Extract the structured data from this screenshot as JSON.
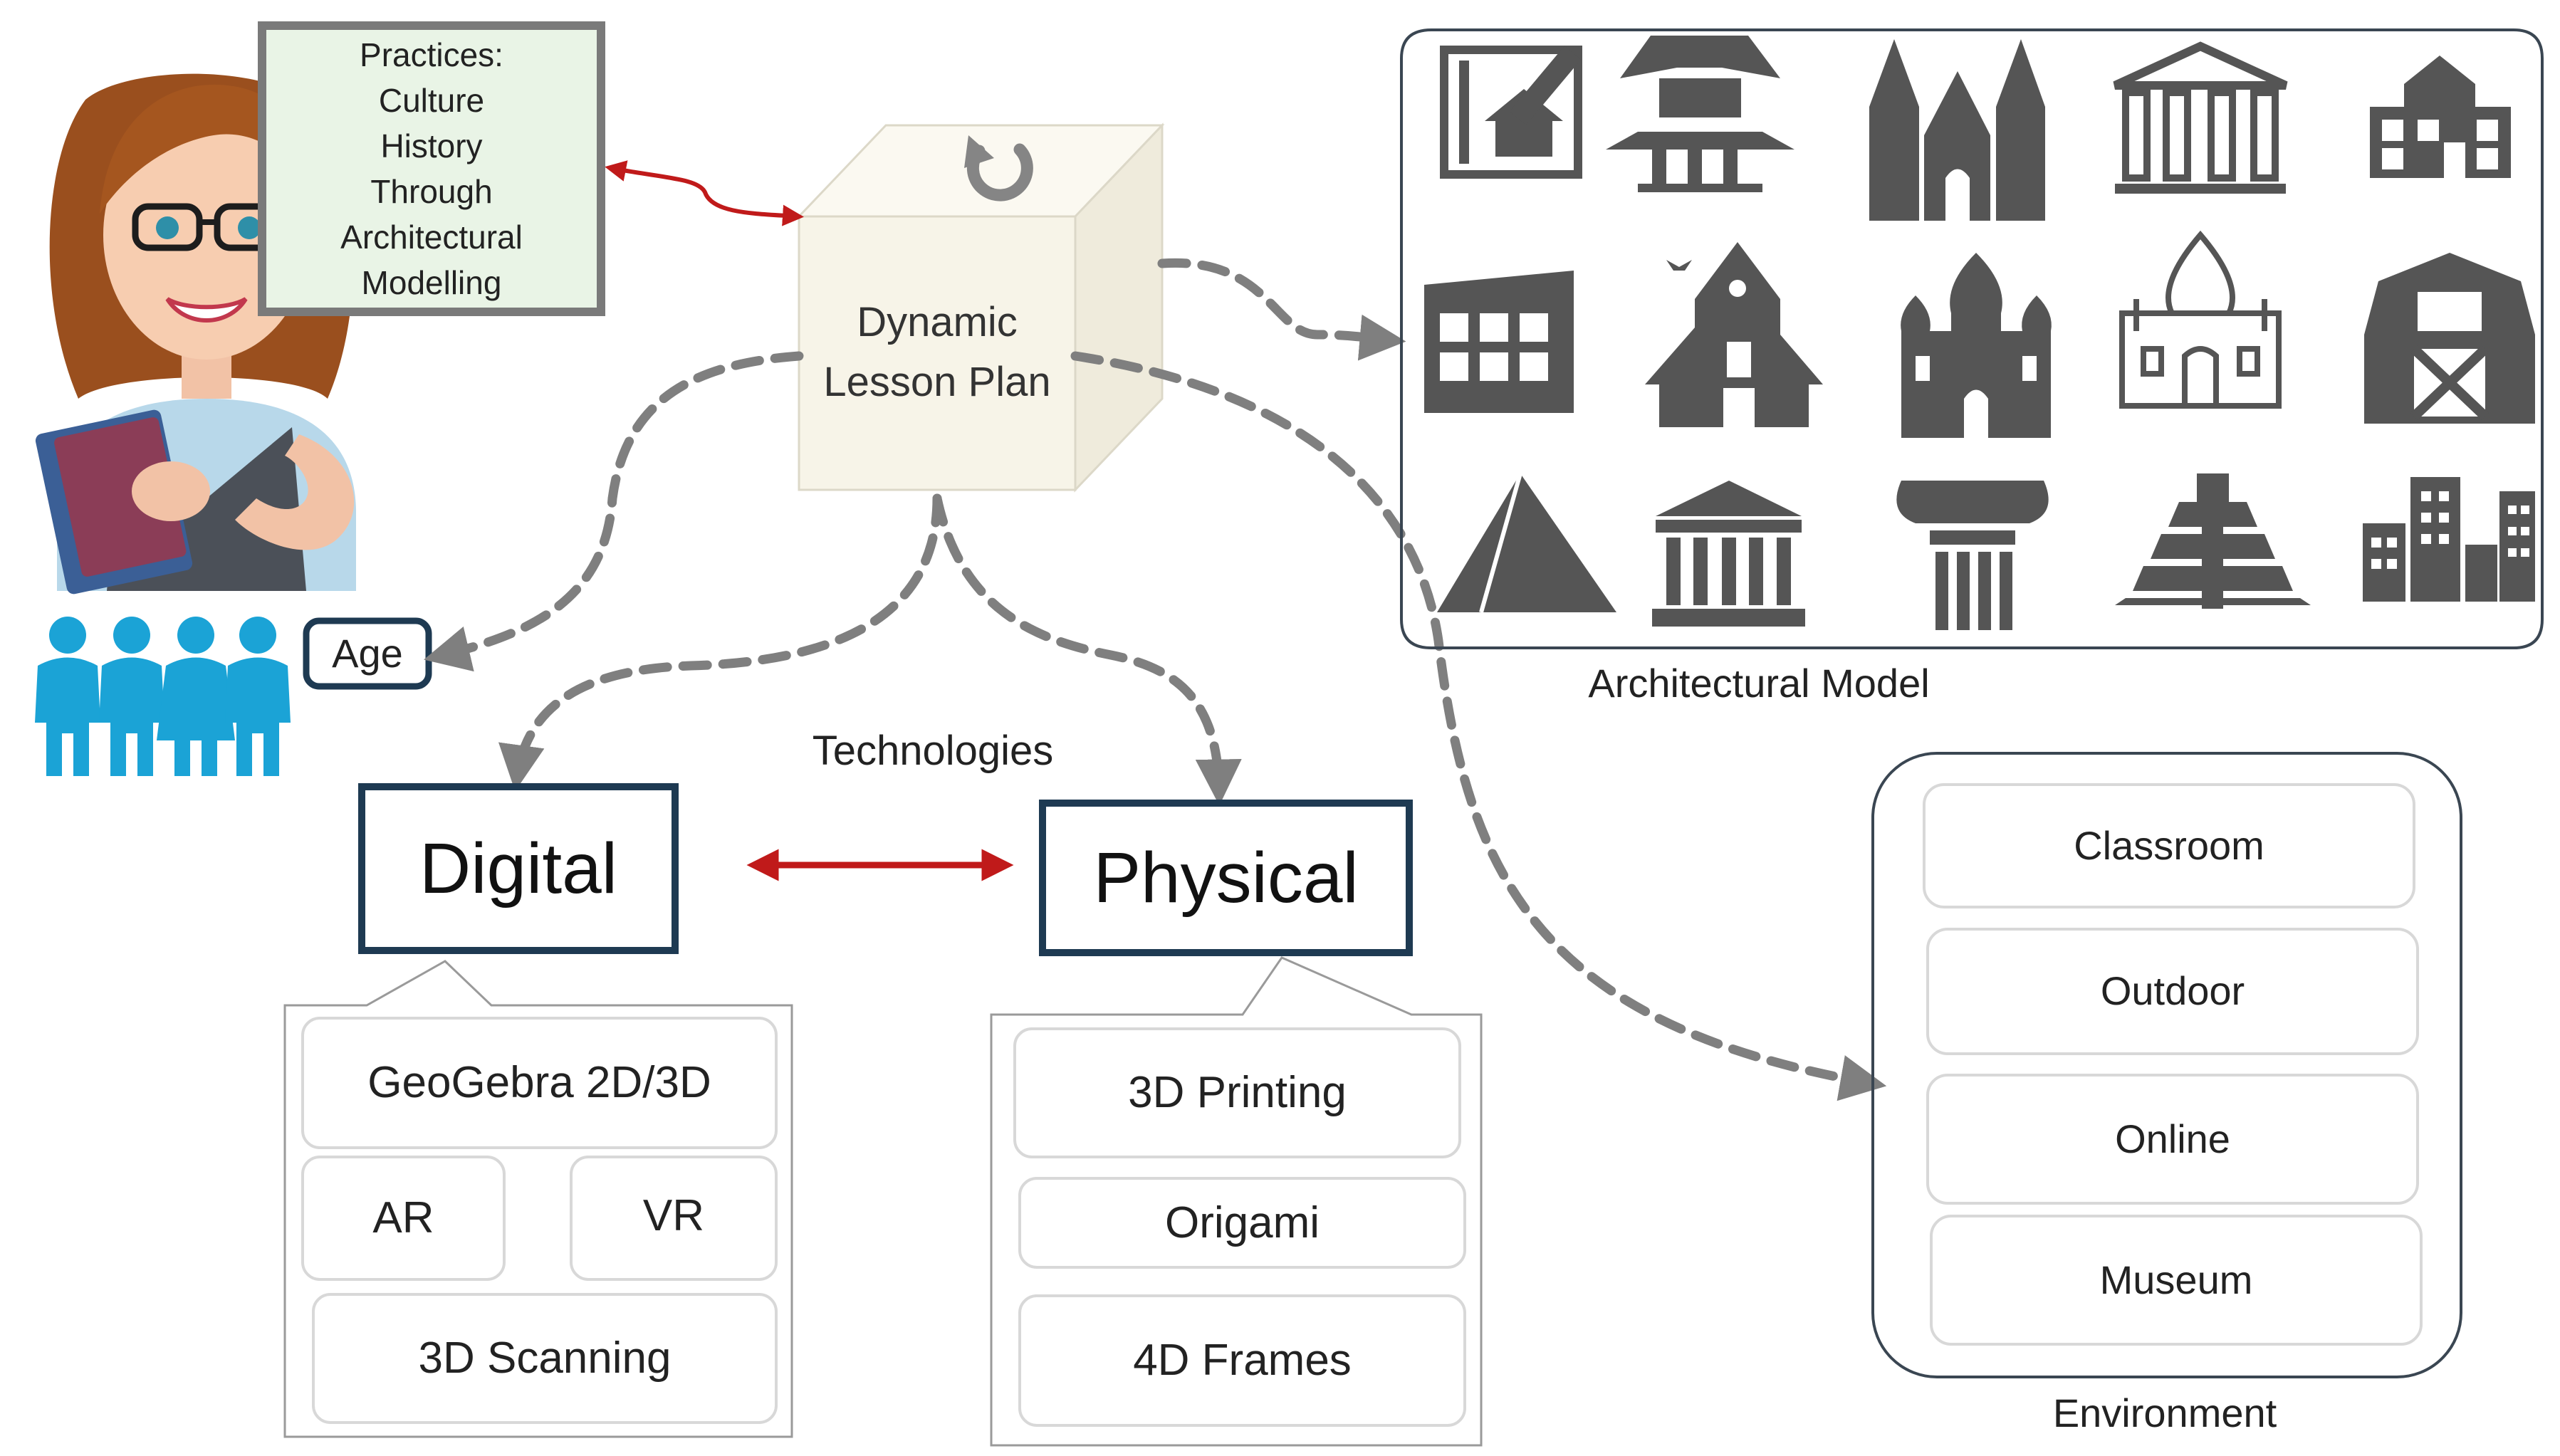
{
  "practices": {
    "lines": [
      "Practices:",
      "Culture",
      "History",
      "Through",
      "Architectural",
      "Modelling"
    ]
  },
  "lesson_plan": {
    "line1": "Dynamic",
    "line2": "Lesson Plan",
    "refresh_icon": "refresh-icon"
  },
  "learners": {
    "age_label": "Age",
    "teacher_icon": "teacher-icon",
    "students_icon": "students-icon"
  },
  "technologies": {
    "label": "Technologies",
    "digital": {
      "title": "Digital",
      "items": [
        "GeoGebra 2D/3D",
        "AR",
        "VR",
        "3D Scanning"
      ]
    },
    "physical": {
      "title": "Physical",
      "items": [
        "3D Printing",
        "Origami",
        "4D Frames"
      ]
    }
  },
  "architectural_model": {
    "label": "Architectural Model",
    "icons": [
      "blueprint-house-icon",
      "pagoda-icon",
      "gothic-cathedral-icon",
      "greek-temple-icon",
      "school-building-icon",
      "modern-building-icon",
      "haunted-house-icon",
      "russian-church-icon",
      "taj-mahal-icon",
      "barn-icon",
      "pyramid-icon",
      "classical-bank-icon",
      "ionic-column-icon",
      "mayan-pyramid-icon",
      "city-buildings-icon"
    ]
  },
  "environment": {
    "label": "Environment",
    "items": [
      "Classroom",
      "Outdoor",
      "Online",
      "Museum"
    ]
  },
  "colors": {
    "icon_gray": "#555555",
    "people_blue": "#1ba3d6",
    "arrow_red": "#c01a1a",
    "dashed_gray": "#7f7f7f",
    "box_border": "#1e3a52",
    "practices_fill": "#e9f4e6",
    "cube_fill": "#f7f4e8"
  }
}
